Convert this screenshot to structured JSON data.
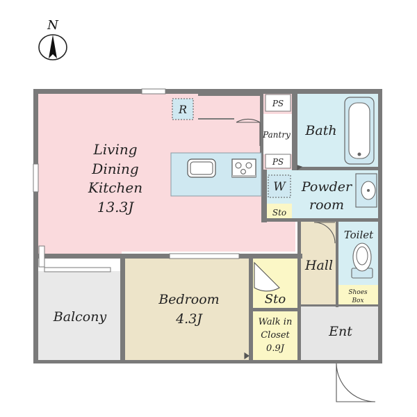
{
  "compass": {
    "label": "N"
  },
  "rooms": {
    "ldk": {
      "line1": "Living",
      "line2": "Dining",
      "line3": "Kitchen",
      "size": "13.3J"
    },
    "bedroom": {
      "name": "Bedroom",
      "size": "4.3J"
    },
    "balcony": {
      "name": "Balcony"
    },
    "bath": {
      "name": "Bath"
    },
    "powder": {
      "line1": "Powder",
      "line2": "room"
    },
    "toilet": {
      "name": "Toilet"
    },
    "hall": {
      "name": "Hall"
    },
    "entrance": {
      "name": "Ent"
    },
    "walkin": {
      "line1": "Walk in",
      "line2": "Closet",
      "size": "0.9J"
    },
    "storage_bedroom": {
      "name": "Sto"
    },
    "storage_small": {
      "name": "Sto"
    },
    "pantry": {
      "name": "Pantry"
    },
    "ps_top": {
      "name": "PS"
    },
    "ps_mid": {
      "name": "PS"
    },
    "refrigerator": {
      "name": "R"
    },
    "washer": {
      "name": "W"
    },
    "shoes_box": {
      "line1": "Shoes",
      "line2": "Box"
    }
  },
  "colors": {
    "ldk": "#fadadd",
    "bedroom": "#ede4c9",
    "wet_area": "#d6eef3",
    "storage": "#fbf7c6",
    "hall": "#ede4c9",
    "entrance": "#e6e6e6",
    "balcony": "#e9e9e9",
    "wall": "#7a7a7a"
  }
}
